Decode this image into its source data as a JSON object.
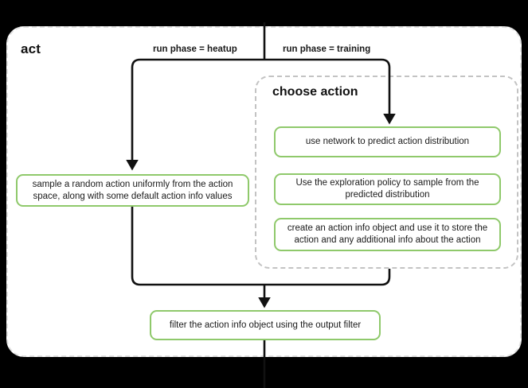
{
  "diagram": {
    "title": "act",
    "subgraph_title": "choose action",
    "accent_green": "#8fc96b",
    "edge_color": "#111111",
    "container_border": "#e2e2e2",
    "subgraph_border": "#c3c3c3",
    "edge_labels": {
      "heatup": "run phase = heatup",
      "training": "run phase = training"
    },
    "nodes": {
      "sample_random": "sample a random action uniformly from the action space, along with some default action info values",
      "use_network": "use network to predict action distribution",
      "exploration_policy": "Use the exploration policy to sample from the predicted distribution",
      "create_action_info": "create an action info object and use it to store the action and any additional info about the action",
      "filter_action_info": "filter the action info object using the output filter"
    }
  }
}
